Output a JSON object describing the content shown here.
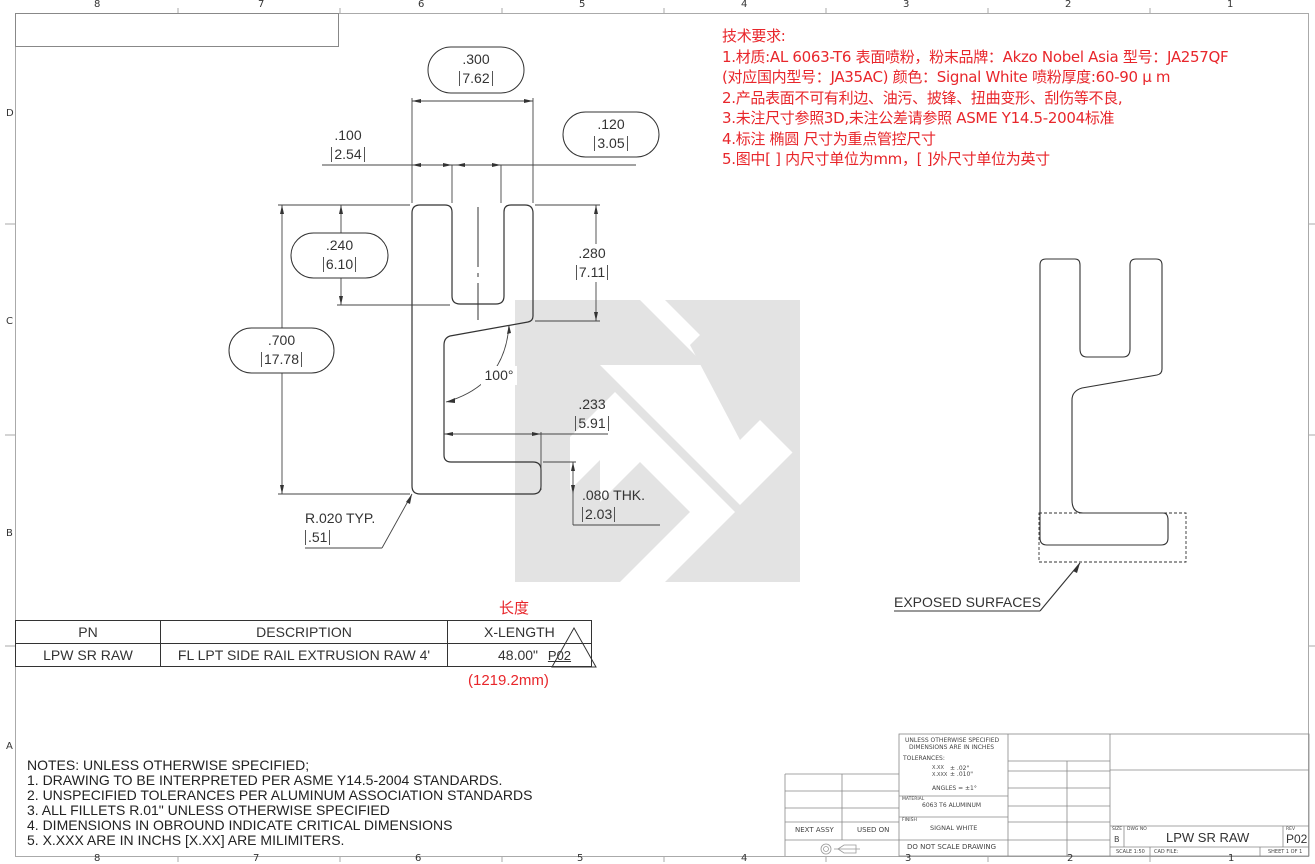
{
  "sheet": {
    "column_labels": [
      "8",
      "7",
      "6",
      "5",
      "4",
      "3",
      "2",
      "1"
    ],
    "row_labels": [
      "D",
      "C",
      "B",
      "A"
    ]
  },
  "tech_requirements": {
    "title": "技术要求:",
    "lines": [
      "1.材质:AL 6063-T6 表面喷粉，粉末品牌：Akzo Nobel Asia 型号：JA257QF",
      "(对应国内型号：JA35AC) 颜色：Signal White 喷粉厚度:60-90 μ  m",
      "2.产品表面不可有利边、油污、披锋、扭曲变形、刮伤等不良,",
      "3.未注尺寸参照3D,未注公差请参照 ASME Y14.5-2004标准",
      "4.标注 椭圆 尺寸为重点管控尺寸",
      "5.图中[ ] 内尺寸单位为mm，[ ]外尺寸单位为英寸"
    ]
  },
  "dimensions": {
    "width_300": {
      "inch": ".300",
      "mm": "7.62",
      "critical": true
    },
    "width_120": {
      "inch": ".120",
      "mm": "3.05",
      "critical": true
    },
    "width_100": {
      "inch": ".100",
      "mm": "2.54",
      "critical": false
    },
    "depth_240": {
      "inch": ".240",
      "mm": "6.10",
      "critical": true
    },
    "depth_280": {
      "inch": ".280",
      "mm": "7.11",
      "critical": false
    },
    "height_700": {
      "inch": ".700",
      "mm": "17.78",
      "critical": true
    },
    "angle": {
      "value": "100°"
    },
    "width_233": {
      "inch": ".233",
      "mm": "5.91",
      "critical": false
    },
    "thickness": {
      "inch": ".080",
      "suffix": "THK.",
      "mm": "2.03"
    },
    "radius": {
      "inch": "R.020 TYP.",
      "mm": ".51"
    }
  },
  "exposed_label": "EXPOSED SURFACES",
  "bom": {
    "length_label_cn": "长度",
    "headers": [
      "PN",
      "DESCRIPTION",
      "X-LENGTH"
    ],
    "rows": [
      {
        "pn": "LPW SR RAW",
        "description": "FL LPT SIDE RAIL EXTRUSION RAW 4'",
        "length": "48.00\"",
        "rev_tag": "P02"
      }
    ],
    "length_mm": "(1219.2mm)"
  },
  "notes": {
    "title": "NOTES: UNLESS OTHERWISE SPECIFIED;",
    "items": [
      "1. DRAWING TO BE INTERPRETED PER ASME Y14.5-2004 STANDARDS.",
      "2. UNSPECIFIED TOLERANCES PER ALUMINUM ASSOCIATION STANDARDS",
      "3. ALL FILLETS R.01\" UNLESS OTHERWISE SPECIFIED",
      "4. DIMENSIONS IN OBROUND INDICATE CRITICAL DIMENSIONS",
      "5. X.XXX ARE IN INCHS [X.XX] ARE MILIMITERS."
    ]
  },
  "title_block": {
    "next_assy": "NEXT ASSY",
    "used_on": "USED ON",
    "unless": "UNLESS OTHERWISE SPECIFIED",
    "dims_in": "DIMENSIONS ARE IN INCHES",
    "tolerances": "TOLERANCES:",
    "tol_xx_label": "X.XX",
    "tol_xx": "± .02\"",
    "tol_xxx_label": "X.XXX",
    "tol_xxx": "± .010\"",
    "angles": "ANGLES = ±1°",
    "material_label": "MATERIAL",
    "material": "6063 T6 ALUMINUM",
    "finish_label": "FINISH",
    "finish": "SIGNAL WHITE",
    "do_not_scale": "DO NOT SCALE DRAWING",
    "size_label": "SIZE",
    "size": "B",
    "dwg_no_label": "DWG NO",
    "dwg_no": "LPW SR RAW",
    "rev_label": "REV",
    "rev": "P02",
    "scale": "SCALE 1:50",
    "cad_file": "CAD FILE:",
    "sheet": "SHEET 1 OF 1"
  },
  "colors": {
    "annotation_red": "#e8262b",
    "line": "#222222",
    "watermark": "#e3e3e3"
  }
}
